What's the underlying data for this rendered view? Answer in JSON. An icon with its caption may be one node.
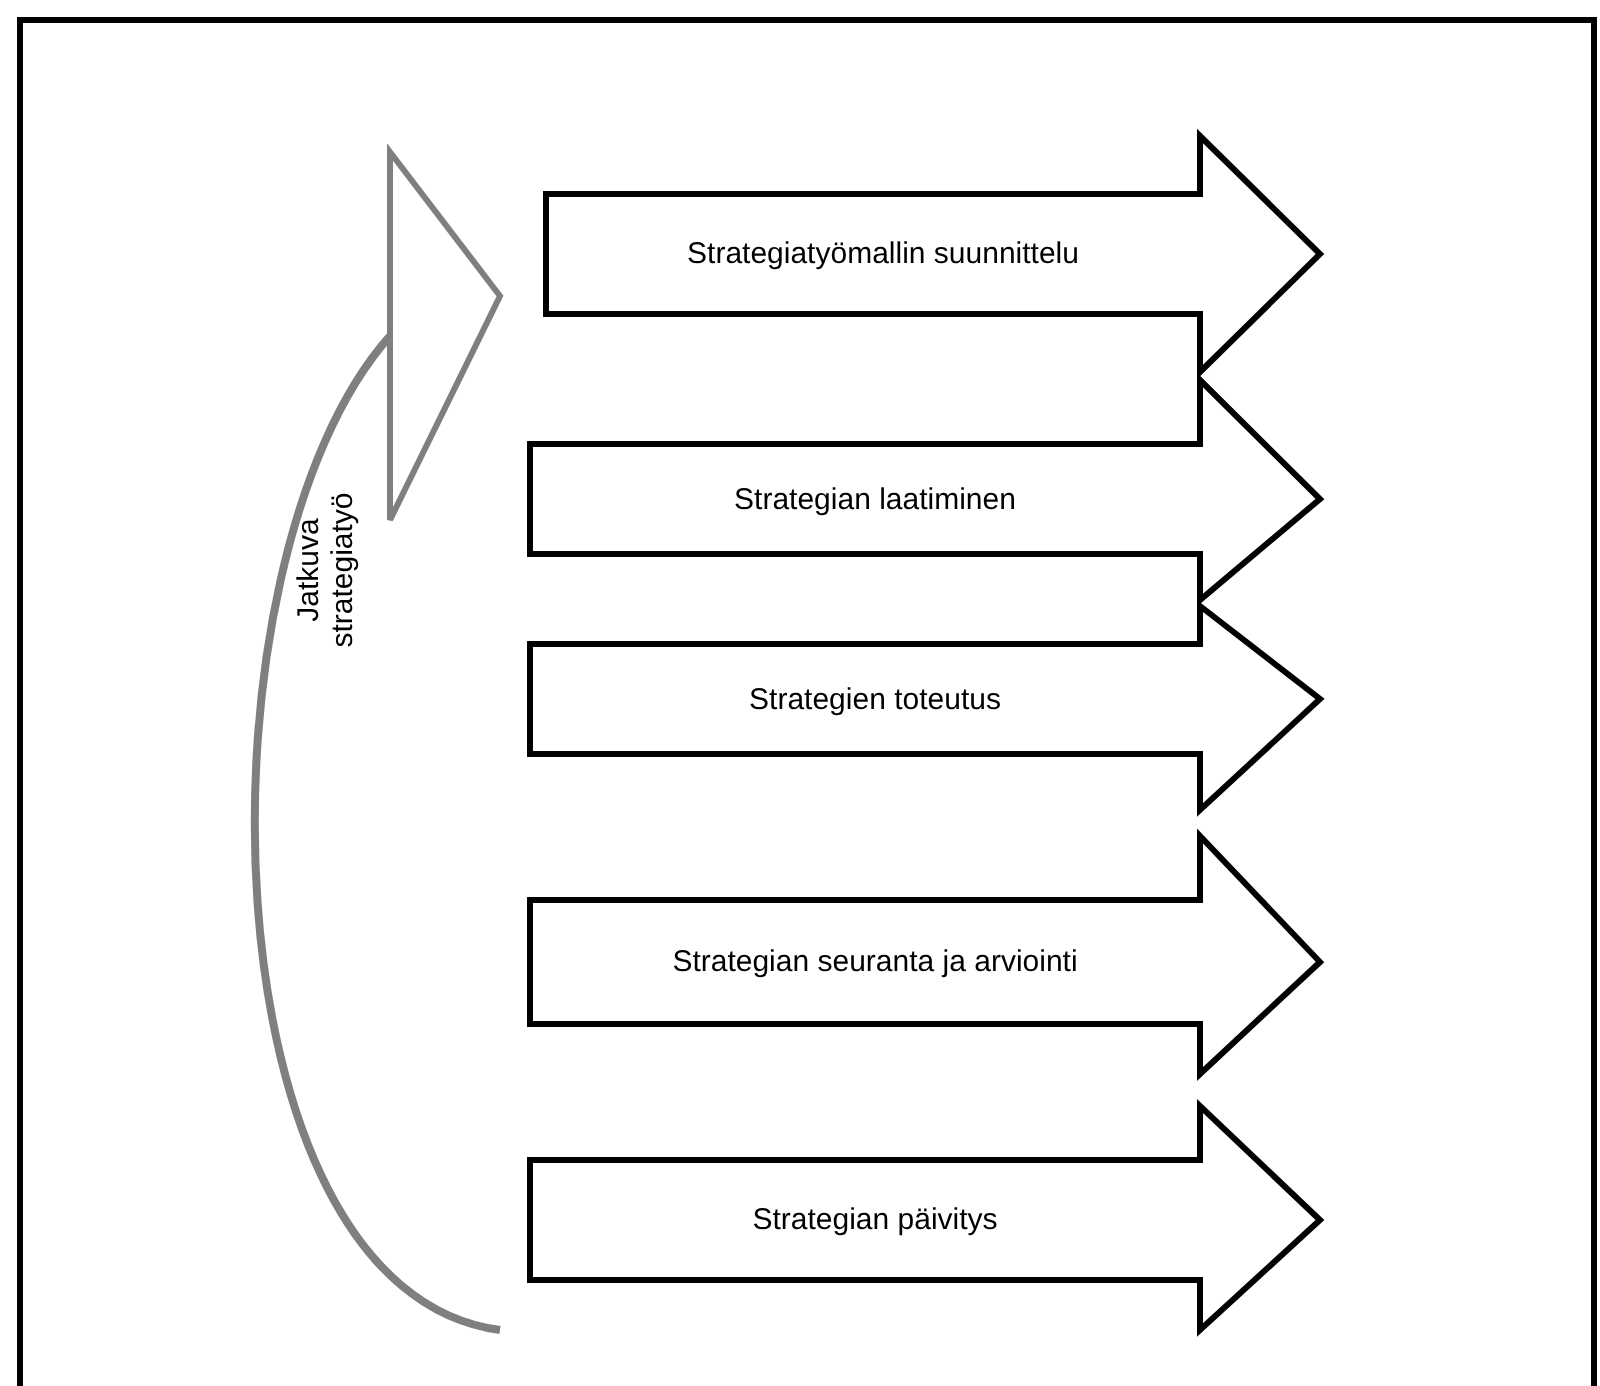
{
  "diagram": {
    "nodes": [
      {
        "text": [
          "Strategiatyömallin suunnittelu"
        ]
      },
      {
        "text": [
          "Strategian laatiminen"
        ]
      },
      {
        "text": [
          "Strategien toteutus"
        ]
      },
      {
        "text": [
          "Strategian seuranta ja arviointi"
        ]
      },
      {
        "text": [
          "Strategian päivitys"
        ]
      }
    ],
    "edges": [
      {
        "from": 4,
        "to": 0,
        "arrow": "to",
        "label": "Jatkuva strategiatyö",
        "color": "#7f7f7f"
      }
    ]
  }
}
